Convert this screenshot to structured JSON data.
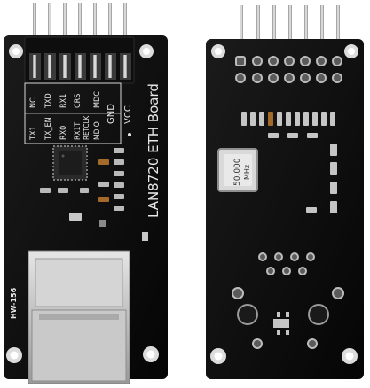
{
  "front": {
    "pin_labels_row1": [
      "TX1",
      "NC",
      "TXD"
    ],
    "pin_labels_row2": [
      "TX_EN",
      "RX1",
      "CRS"
    ],
    "pin_labels_row3": [
      "RX0",
      "RX1T",
      "MDC"
    ],
    "pin_labels_row4": [
      "MDIO",
      "RETCLK"
    ],
    "power_labels": [
      "GND",
      "VCC"
    ],
    "board_name": "LAN8720 ETH Board",
    "model_code": "HW-156"
  },
  "back": {
    "crystal_line1": "50.000",
    "crystal_line2": "MHz"
  }
}
